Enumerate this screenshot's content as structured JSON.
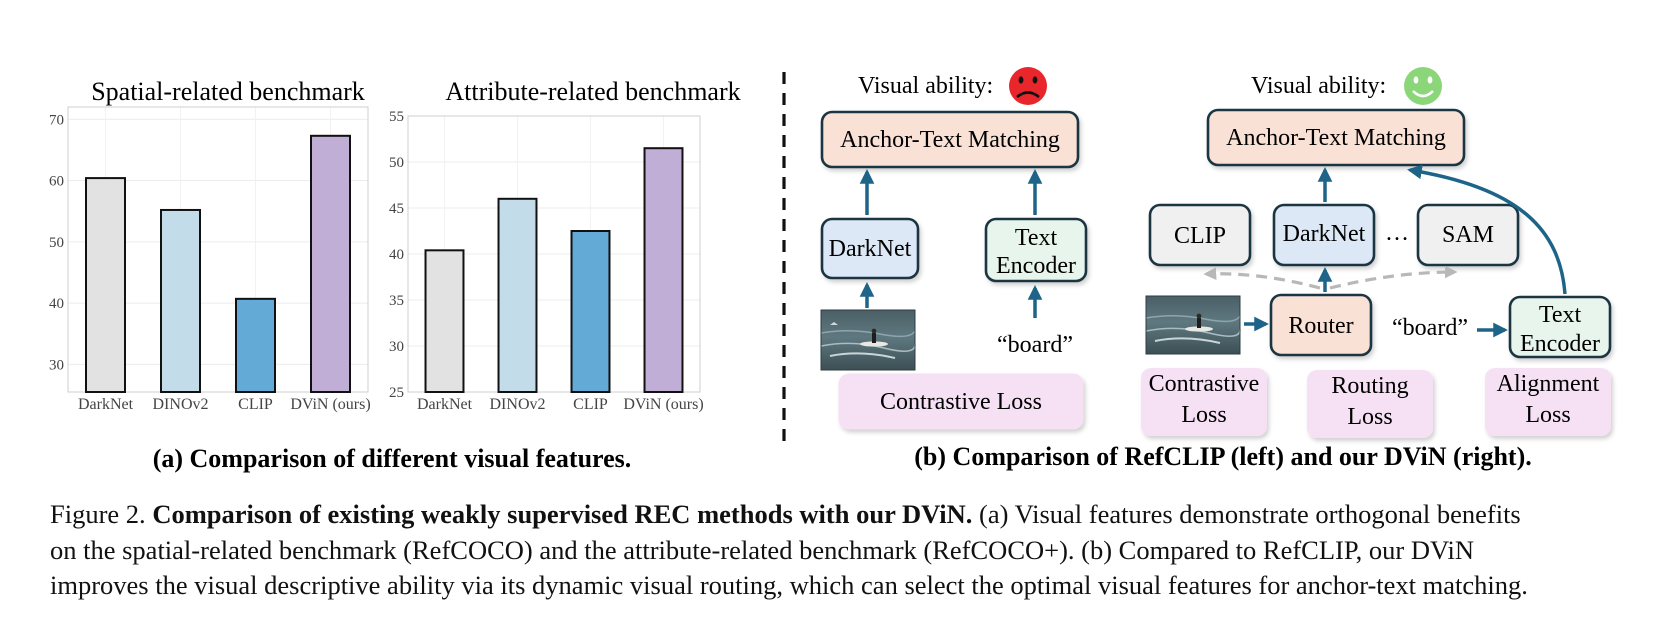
{
  "panel_a": {
    "caption": "(a) Comparison of different visual features."
  },
  "panel_b": {
    "caption": "(b) Comparison of RefCLIP (left) and our DViN (right).",
    "left": {
      "visual_ability_label": "Visual ability:",
      "face": "sad-face-icon",
      "matching_label": "Anchor-Text Matching",
      "darknet_label": "DarkNet",
      "text_encoder_line1": "Text",
      "text_encoder_line2": "Encoder",
      "word": "“board”",
      "loss_label": "Contrastive Loss"
    },
    "right": {
      "visual_ability_label": "Visual ability:",
      "face": "happy-face-icon",
      "matching_label": "Anchor-Text Matching",
      "clip_label": "CLIP",
      "darknet_label": "DarkNet",
      "ellipsis": "…",
      "sam_label": "SAM",
      "router_label": "Router",
      "word": "“board”",
      "text_encoder_line1": "Text",
      "text_encoder_line2": "Encoder",
      "loss1_line1": "Contrastive",
      "loss1_line2": "Loss",
      "loss2_line1": "Routing",
      "loss2_line2": "Loss",
      "loss3_line1": "Alignment",
      "loss3_line2": "Loss"
    }
  },
  "caption": {
    "figure_label": "Figure 2.",
    "bold_title": "Comparison of existing weakly supervised REC methods with our DViN.",
    "line1_rest": "(a) Visual features demonstrate orthogonal benefits",
    "line2": "on the spatial-related benchmark (RefCOCO) and the attribute-related benchmark (RefCOCO+).  (b) Compared to RefCLIP, our DViN",
    "line3": "improves the visual descriptive ability via its dynamic visual routing, which can select the optimal visual features for anchor-text matching."
  },
  "colors": {
    "darknet": "#e2e2e2",
    "dinov2": "#c3dce9",
    "clip": "#64aad6",
    "dvin": "#c1aed6",
    "arrow": "#1e6488",
    "matching_box": "#f9e1d6",
    "loss_box": "#f6e0f4",
    "model_box": "#dde8f6",
    "encoder_box": "#e8f5ec",
    "sad": "#e8262b",
    "happy": "#8cd67a"
  },
  "chart_data": [
    {
      "type": "bar",
      "title": "Spatial-related benchmark",
      "categories": [
        "DarkNet",
        "DINOv2",
        "CLIP",
        "DViN (ours)"
      ],
      "values": [
        60.4,
        55.2,
        40.7,
        67.3
      ],
      "ylim": [
        25.5,
        72
      ],
      "yticks": [
        30,
        40,
        50,
        60,
        70
      ],
      "xlabel": "",
      "ylabel": "",
      "grid": true
    },
    {
      "type": "bar",
      "title": "Attribute-related benchmark",
      "categories": [
        "DarkNet",
        "DINOv2",
        "CLIP",
        "DViN (ours)"
      ],
      "values": [
        40.4,
        46.0,
        42.5,
        51.5
      ],
      "ylim": [
        25,
        55
      ],
      "yticks": [
        25,
        30,
        35,
        40,
        45,
        50,
        55
      ],
      "xlabel": "",
      "ylabel": "",
      "grid": true
    }
  ]
}
